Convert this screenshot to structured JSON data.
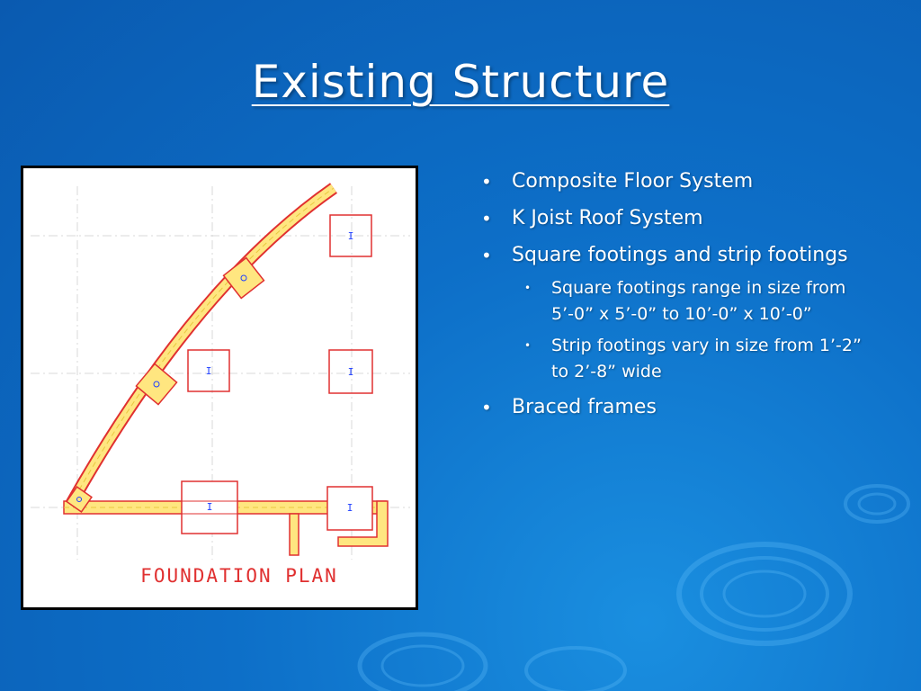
{
  "slide": {
    "title": "Existing Structure"
  },
  "figure": {
    "caption": "FOUNDATION PLAN",
    "footing_mark": "I"
  },
  "bullets": {
    "item1": "Composite Floor System",
    "item2": "K Joist Roof System",
    "item3": "Square footings and strip footings",
    "item3_sub1": "Square footings range in size from 5’-0” x 5’-0” to 10’-0” x 10’-0”",
    "item3_sub2": "Strip footings vary in size from 1’-2” to 2’-8” wide",
    "item4": "Braced frames"
  },
  "colors": {
    "background": "#0d6fc8",
    "footing_outline": "#e03030",
    "strip_fill": "#ffe680",
    "grid_line": "#d8d8d8",
    "mark_text": "#2040ff",
    "caption_text": "#e03030"
  }
}
